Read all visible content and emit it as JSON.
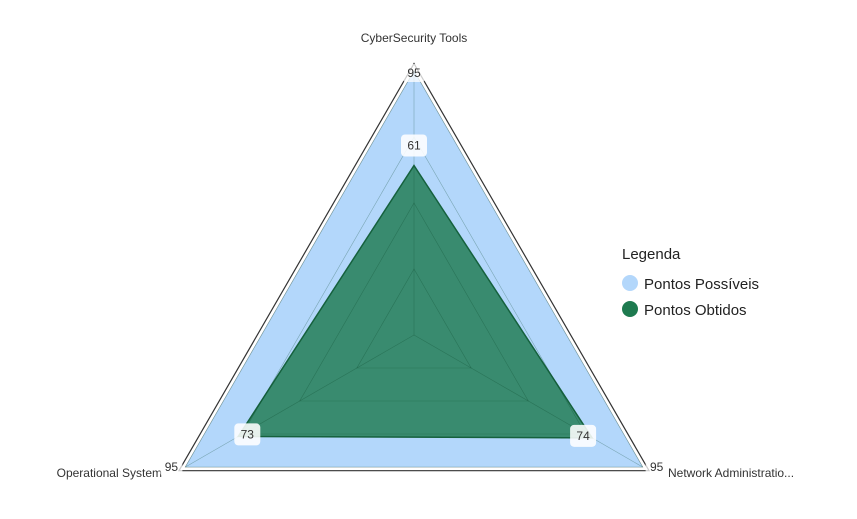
{
  "chart_data": {
    "type": "radar",
    "title": "",
    "axes": [
      "CyberSecurity Tools",
      "Network Administratio...",
      "Operational System"
    ],
    "max_value": 95,
    "grid_levels": 4,
    "series": [
      {
        "name": "Pontos Possíveis",
        "values": [
          95,
          95,
          95
        ],
        "color": "#b3d7fb"
      },
      {
        "name": "Pontos Obtidos",
        "values": [
          61,
          74,
          73
        ],
        "color": "#1e7a4f"
      }
    ],
    "axis_max_labels": [
      "95",
      "95",
      "95"
    ],
    "value_labels": [
      "61",
      "74",
      "73"
    ],
    "legend": {
      "title": "Legenda",
      "position": "right",
      "items": [
        "Pontos Possíveis",
        "Pontos Obtidos"
      ]
    }
  },
  "colors": {
    "possible_fill": "#b3d7fb",
    "obtained_fill": "#1e7a4f",
    "obtained_fill_opacity": 0.82,
    "outline": "#333333",
    "grid": "#7a8a99"
  }
}
